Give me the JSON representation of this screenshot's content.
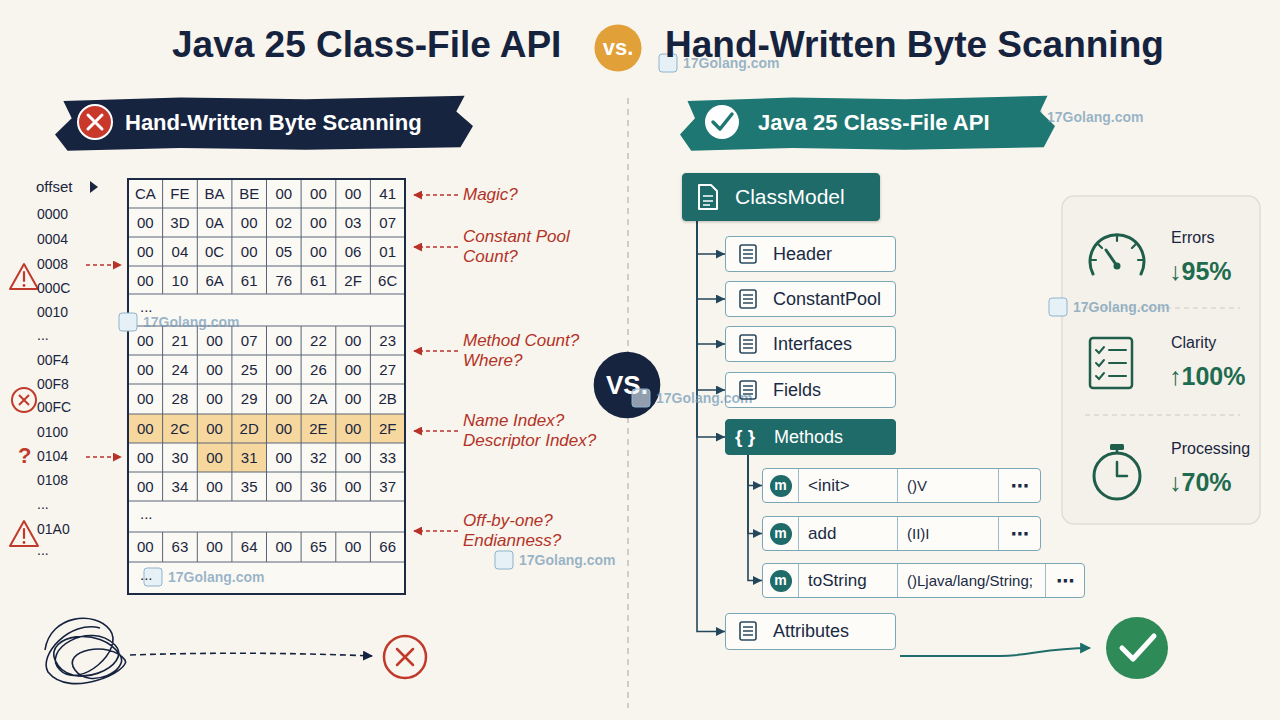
{
  "diagram": {
    "title": "Java 25 Class-File API",
    "nodes": [
      {
        "text": [
          "vs."
        ]
      },
      {
        "text": [
          "Hand-Written Byte Scanning"
        ]
      },
      {
        "text": [
          "Java 25 Class-File API"
        ]
      },
      {
        "text": [
          "VS."
        ]
      },
      {
        "text": [
          "ClassModel"
        ]
      },
      {
        "text": [
          "Header"
        ]
      },
      {
        "text": [
          "ConstantPool"
        ]
      },
      {
        "text": [
          "Interfaces"
        ]
      },
      {
        "text": [
          "Fields"
        ]
      },
      {
        "text": [
          "{ }",
          "Methods"
        ]
      },
      {
        "text": [
          "m",
          "<init>",
          "()V",
          "⋯"
        ]
      },
      {
        "text": [
          "m",
          "add",
          "(II)I",
          "⋯"
        ]
      },
      {
        "text": [
          "m",
          "toString",
          "()Ljava/lang/String;",
          "⋯"
        ]
      },
      {
        "text": [
          "Attributes"
        ]
      }
    ],
    "edges": [
      {
        "from": 4,
        "to": 5,
        "arrow": "to"
      },
      {
        "from": 4,
        "to": 6,
        "arrow": "to"
      },
      {
        "from": 4,
        "to": 7,
        "arrow": "to"
      },
      {
        "from": 4,
        "to": 8,
        "arrow": "to"
      },
      {
        "from": 4,
        "to": 9,
        "arrow": "to"
      },
      {
        "from": 4,
        "to": 13,
        "arrow": "to"
      },
      {
        "from": 9,
        "to": 10,
        "arrow": "to"
      },
      {
        "from": 9,
        "to": 11,
        "arrow": "to"
      },
      {
        "from": 9,
        "to": 12,
        "arrow": "to"
      }
    ],
    "labels": [
      "Hand-Written Byte Scanning",
      "offset",
      "0000",
      "0004",
      "0008",
      "000C",
      "0010",
      "...",
      "00F4",
      "00F8",
      "00FC",
      "0100",
      "0104",
      "0108",
      "...",
      "01A0",
      "...",
      "CA",
      "FE",
      "BA",
      "BE",
      "00",
      "00",
      "00",
      "41",
      "00",
      "3D",
      "0A",
      "00",
      "02",
      "00",
      "03",
      "07",
      "00",
      "04",
      "0C",
      "00",
      "05",
      "00",
      "06",
      "01",
      "00",
      "10",
      "6A",
      "61",
      "76",
      "61",
      "2F",
      "6C",
      "...",
      "00",
      "21",
      "00",
      "07",
      "00",
      "22",
      "00",
      "23",
      "00",
      "24",
      "00",
      "25",
      "00",
      "26",
      "00",
      "27",
      "00",
      "28",
      "00",
      "29",
      "00",
      "2A",
      "00",
      "2B",
      "00",
      "2C",
      "00",
      "2D",
      "00",
      "2E",
      "00",
      "2F",
      "00",
      "30",
      "00",
      "31",
      "00",
      "32",
      "00",
      "33",
      "00",
      "34",
      "00",
      "35",
      "00",
      "36",
      "00",
      "37",
      "...",
      "00",
      "63",
      "00",
      "64",
      "00",
      "65",
      "00",
      "66",
      "...",
      "?",
      "Magic?",
      "Constant Pool Count?",
      "Method Count? Where?",
      "Name Index? Descriptor Index?",
      "Off-by-one? Endianness?",
      "Errors",
      "↓95%",
      "Clarity",
      "↑100%",
      "Processing",
      "↓70%",
      "17Golang.com",
      "17Golang.com",
      "17Golang.com",
      "17Golang.com",
      "17Golang.com",
      "17Golang.com",
      "17Golang.com"
    ]
  }
}
